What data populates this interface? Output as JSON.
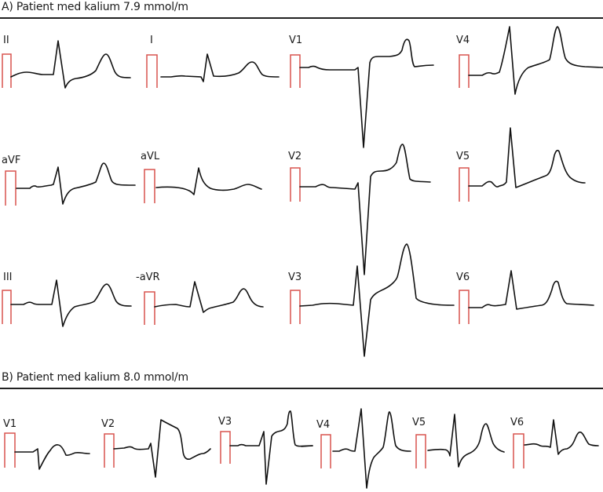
{
  "sections": {
    "a": {
      "title": "A) Patient med kalium 7.9 mmol/m",
      "leads": {
        "II": "II",
        "I": "I",
        "V1": "V1",
        "V4": "V4",
        "aVF": "aVF",
        "aVL": "aVL",
        "V2": "V2",
        "V5": "V5",
        "III": "III",
        "neg_aVR": "-aVR",
        "V3": "V3",
        "V6": "V6"
      }
    },
    "b": {
      "title": "B) Patient med kalium 8.0 mmol/m",
      "leads": {
        "V1": "V1",
        "V2": "V2",
        "V3": "V3",
        "V4": "V4",
        "V5": "V5",
        "V6": "V6"
      }
    }
  },
  "colors": {
    "calibration": "#d9534f",
    "trace": "#111111",
    "rule": "#222222"
  }
}
